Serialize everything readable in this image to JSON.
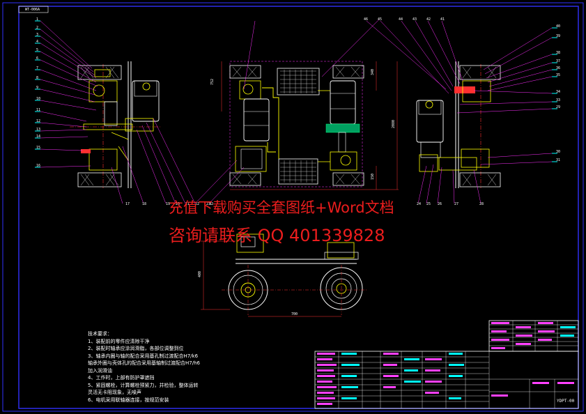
{
  "watermark": {
    "line1": "充值下载购买全套图纸+Word文档",
    "line2": "咨询请联系 QQ 401339828"
  },
  "sheet_tag": "WT-006A",
  "drawing_code": "YDPT-00",
  "technical_requirements": {
    "title": "技术要求：",
    "items": [
      "1、装配前的零件应清除干净",
      "2、装配时轴承应涂润滑脂，各部位调整到位",
      "3、轴承内圈与轴的配合采用基孔制过渡配合H7/k6",
      "   轴承外圈与壳体孔的配合采用基轴制过渡配合H7/h6",
      "   加入润滑油",
      "4、工作时，上部有防护罩遮挡",
      "5、紧固螺栓，计算螺栓预紧力，并检验，整体运转",
      "   灵活无卡阻现象，无噪声",
      "6、电机采用联轴器连接，按规范安装"
    ]
  },
  "dimensions": {
    "top_height": "752",
    "mid_height": "2080",
    "right_span": "340",
    "right_small": "150",
    "bottom_height": "400",
    "bottom_width": "700"
  },
  "balloons_left": [
    "1",
    "2",
    "3",
    "4",
    "5",
    "6",
    "7",
    "8",
    "9",
    "10",
    "11",
    "12",
    "13",
    "14",
    "15",
    "16"
  ],
  "balloons_top_right": [
    "46",
    "45",
    "44",
    "43",
    "42",
    "41",
    "40",
    "39",
    "38",
    "37",
    "36",
    "35",
    "34",
    "33"
  ],
  "balloons_bottom": [
    "17",
    "18",
    "19",
    "20",
    "21",
    "22",
    "23",
    "24",
    "25",
    "26",
    "27",
    "28",
    "29",
    "30",
    "31",
    "32"
  ],
  "colors": {
    "border": "#3030ff",
    "outline": "#ffffff",
    "part": "#ffff00",
    "center": "#ff3030",
    "leader": "#ff30ff",
    "dim": "#ff3030",
    "label": "#00ffff",
    "grid": "#ff30ff"
  }
}
